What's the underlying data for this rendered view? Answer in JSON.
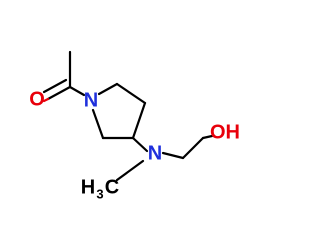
{
  "molecule": {
    "colors": {
      "carbon_bond": "#000000",
      "oxygen": "#e8000b",
      "nitrogen": "#1f30dc",
      "background": "#ffffff"
    },
    "atoms": {
      "O_carbonyl": "O",
      "N_ring": "N",
      "N_amine": "N",
      "OH": "OH",
      "CH3_main": "H",
      "CH3_sub": "3",
      "CH3_C": "C"
    }
  }
}
